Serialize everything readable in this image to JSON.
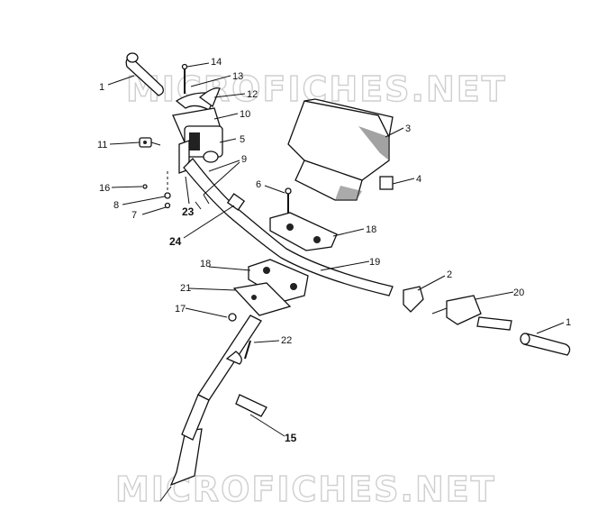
{
  "watermarks": [
    "MICROFICHES.NET",
    "MICROFICHES.NET"
  ],
  "callouts": [
    {
      "id": "c1a",
      "text": "1"
    },
    {
      "id": "c14",
      "text": "14"
    },
    {
      "id": "c13",
      "text": "13"
    },
    {
      "id": "c12",
      "text": "12"
    },
    {
      "id": "c10",
      "text": "10"
    },
    {
      "id": "c11",
      "text": "11"
    },
    {
      "id": "c5",
      "text": "5"
    },
    {
      "id": "c9",
      "text": "9"
    },
    {
      "id": "c16",
      "text": "16"
    },
    {
      "id": "c8",
      "text": "8"
    },
    {
      "id": "c7",
      "text": "7"
    },
    {
      "id": "c23",
      "text": "23"
    },
    {
      "id": "c24",
      "text": "24"
    },
    {
      "id": "c3",
      "text": "3"
    },
    {
      "id": "c4",
      "text": "4"
    },
    {
      "id": "c6",
      "text": "6"
    },
    {
      "id": "c18a",
      "text": "18"
    },
    {
      "id": "c19",
      "text": "19"
    },
    {
      "id": "c18b",
      "text": "18"
    },
    {
      "id": "c21",
      "text": "21"
    },
    {
      "id": "c2",
      "text": "2"
    },
    {
      "id": "c20",
      "text": "20"
    },
    {
      "id": "c17",
      "text": "17"
    },
    {
      "id": "c22",
      "text": "22"
    },
    {
      "id": "c1b",
      "text": "1"
    },
    {
      "id": "c15",
      "text": "15"
    }
  ]
}
